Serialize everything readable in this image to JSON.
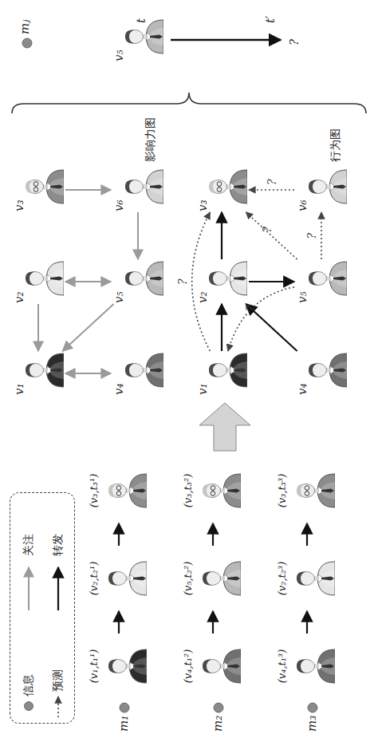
{
  "diagram": {
    "nodes": [
      {
        "text": [
          "(v₁,t₁¹)"
        ]
      },
      {
        "text": [
          "(v₂,t₂¹)"
        ]
      },
      {
        "text": [
          "(v₃,t₃¹)"
        ]
      },
      {
        "text": [
          "(v₄,t₁²)"
        ]
      },
      {
        "text": [
          "(v₅,t₂²)"
        ]
      },
      {
        "text": [
          "(v₃,t₃²)"
        ]
      },
      {
        "text": [
          "(v₄,t₁³)"
        ]
      },
      {
        "text": [
          "(v₂,t₂³)"
        ]
      },
      {
        "text": [
          "(v₃,t₃³)"
        ]
      },
      {
        "text": [
          "v₁"
        ]
      },
      {
        "text": [
          "v₂"
        ]
      },
      {
        "text": [
          "v₃"
        ]
      },
      {
        "text": [
          "v₄"
        ]
      },
      {
        "text": [
          "v₅"
        ]
      },
      {
        "text": [
          "v₆"
        ]
      },
      {
        "text": [
          "v₁"
        ]
      },
      {
        "text": [
          "v₂"
        ]
      },
      {
        "text": [
          "v₃"
        ]
      },
      {
        "text": [
          "v₄"
        ]
      },
      {
        "text": [
          "v₅"
        ]
      },
      {
        "text": [
          "v₆"
        ]
      },
      {
        "text": [
          "v₅"
        ]
      }
    ],
    "edges": [
      {
        "from": 0,
        "to": 1,
        "arrow": "to"
      },
      {
        "from": 1,
        "to": 2,
        "arrow": "to"
      },
      {
        "from": 3,
        "to": 4,
        "arrow": "to"
      },
      {
        "from": 4,
        "to": 5,
        "arrow": "to"
      },
      {
        "from": 6,
        "to": 7,
        "arrow": "to"
      },
      {
        "from": 7,
        "to": 8,
        "arrow": "to"
      },
      {
        "from": 11,
        "to": 14,
        "arrow": "to"
      },
      {
        "from": 14,
        "to": 13,
        "arrow": "to"
      },
      {
        "from": 13,
        "to": 9,
        "arrow": "to"
      },
      {
        "from": 10,
        "to": 13,
        "arrow": "both"
      },
      {
        "from": 10,
        "to": 9,
        "arrow": "to"
      },
      {
        "from": 9,
        "to": 12,
        "arrow": "both"
      },
      {
        "from": 15,
        "to": 16,
        "arrow": "to"
      },
      {
        "from": 18,
        "to": 16,
        "arrow": "to"
      },
      {
        "from": 16,
        "to": 17,
        "arrow": "to"
      },
      {
        "from": 16,
        "to": 19,
        "arrow": "to"
      },
      {
        "from": 19,
        "to": 15,
        "label": "?",
        "arrow": "to"
      },
      {
        "from": 19,
        "to": 17,
        "label": "?",
        "arrow": "to"
      },
      {
        "from": 19,
        "to": 20,
        "label": "?",
        "arrow": "to"
      },
      {
        "from": 20,
        "to": 17,
        "label": "?",
        "arrow": "to"
      },
      {
        "from": 15,
        "to": 17,
        "label": "?",
        "arrow": "to"
      }
    ],
    "labels": [
      "m₁",
      "m₂",
      "m₃",
      "影响力图",
      "行为图",
      "mⱼ",
      "t",
      "t′",
      "?"
    ],
    "legend": [
      {
        "text": "信息"
      },
      {
        "text": "关注"
      },
      {
        "text": "预测"
      },
      {
        "text": "转发"
      }
    ]
  }
}
